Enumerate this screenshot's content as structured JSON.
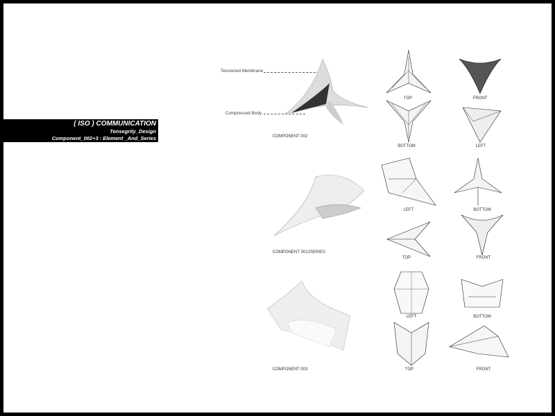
{
  "title_block": {
    "title": "( ISO ) COMMUNICATION",
    "subtitle": "Tensegrity_Design",
    "line3": "Component_002+3 : Element _And_Series"
  },
  "callouts": {
    "tensioned": "Tensioned Membrane",
    "compressed": "Compressed Body"
  },
  "components": [
    {
      "name": "COMPONENT 002",
      "views": [
        "TOP",
        "FRONT",
        "BOTTOM",
        "LEFT"
      ]
    },
    {
      "name": "COMPONENT 0012SERIES",
      "views": [
        "LEFT",
        "BOTTOM",
        "TOP",
        "FRONT"
      ]
    },
    {
      "name": "COMPONENT 003",
      "views": [
        "LEFT",
        "BOTTOM",
        "TOP",
        "FRONT"
      ]
    }
  ]
}
